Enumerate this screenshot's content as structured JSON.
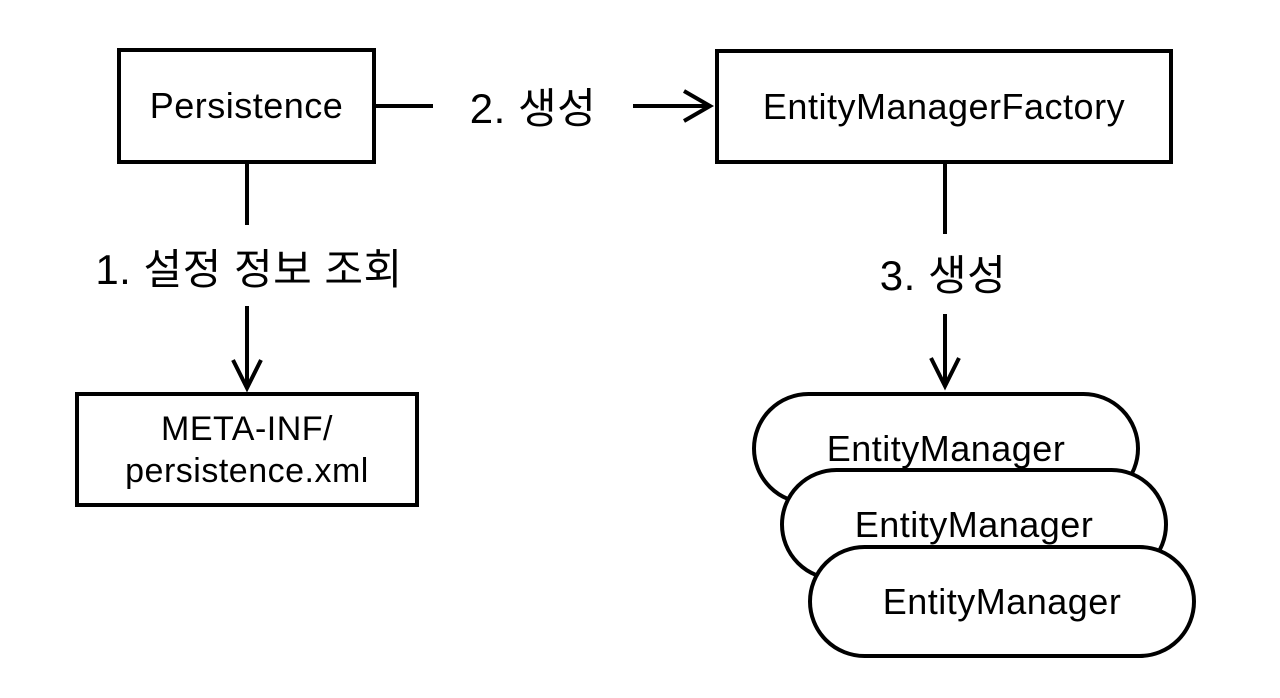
{
  "nodes": {
    "persistence": "Persistence",
    "entity_manager_factory": "EntityManagerFactory",
    "meta_inf": {
      "line1": "META-INF/",
      "line2": "persistence.xml"
    },
    "entity_managers": [
      "EntityManager",
      "EntityManager",
      "EntityManager"
    ]
  },
  "edges": {
    "step1": "1. 설정 정보 조회",
    "step2": "2. 생성",
    "step3": "3. 생성"
  },
  "colors": {
    "stroke": "#000000",
    "fill": "#ffffff",
    "text": "#000000"
  }
}
